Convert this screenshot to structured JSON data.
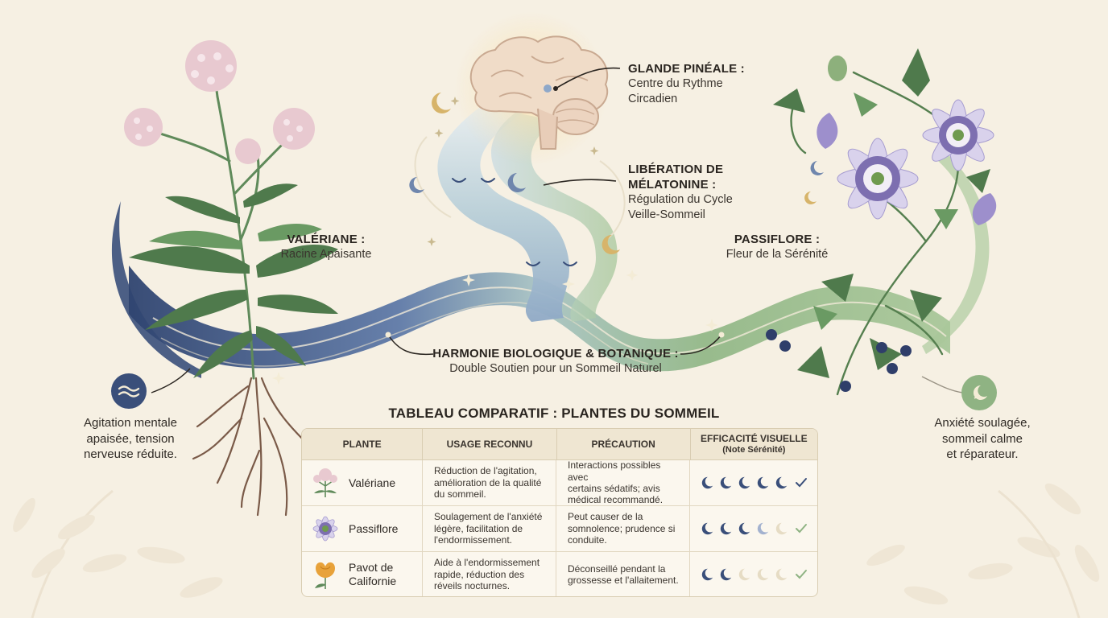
{
  "labels": {
    "pineal": {
      "title": "GLANDE PINÉALE :",
      "lines": [
        "Centre du Rythme",
        "Circadien"
      ]
    },
    "melatonin": {
      "title_lines": [
        "LIBÉRATION DE",
        "MÉLATONINE :"
      ],
      "lines": [
        "Régulation du Cycle",
        "Veille-Sommeil"
      ]
    },
    "valeriane": {
      "title": "VALÉRIANE :",
      "sub": "Racine Apaisante"
    },
    "passiflore": {
      "title": "PASSIFLORE :",
      "sub": "Fleur de la Sérénité"
    },
    "harmonie": {
      "title": "HARMONIE BIOLOGIQUE & BOTANIQUE :",
      "sub": "Double Soutien pour un Sommeil Naturel"
    }
  },
  "left_note": [
    "Agitation mentale",
    "apaisée, tension",
    "nerveuse réduite."
  ],
  "right_note": [
    "Anxiété soulagée,",
    "sommeil calme",
    "et réparateur."
  ],
  "colors": {
    "navy": "#3a4f7a",
    "sage": "#8fb383",
    "cream": "#f6f0e3",
    "gold": "#d7b46a",
    "lavender": "#7d6fb0",
    "poppy": "#e8a23a"
  },
  "table": {
    "title": "TABLEAU COMPARATIF : PLANTES DU SOMMEIL",
    "headers": [
      "PLANTE",
      "USAGE RECONNU",
      "PRÉCAUTION",
      "EFFICACITÉ VISUELLE"
    ],
    "header_sub": "(Note Sérénité)",
    "rows": [
      {
        "icon": "valerian-flower-icon",
        "plant_lines": [
          "Valériane"
        ],
        "usage_lines": [
          "Réduction de l'agitation,",
          "amélioration de la qualité",
          "du sommeil."
        ],
        "caution_lines": [
          "Interactions possibles avec",
          "certains sédatifs; avis",
          "médical recommandé."
        ],
        "rating": 5
      },
      {
        "icon": "passionflower-icon",
        "plant_lines": [
          "Passiflore"
        ],
        "usage_lines": [
          "Soulagement de l'anxiété",
          "légère, facilitation de",
          "l'endormissement."
        ],
        "caution_lines": [
          "Peut causer de la",
          "somnolence; prudence si",
          "conduite."
        ],
        "rating": 3.5
      },
      {
        "icon": "poppy-icon",
        "plant_lines": [
          "Pavot de",
          "Californie"
        ],
        "usage_lines": [
          "Aide à l'endormissement",
          "rapide, réduction des",
          "réveils nocturnes."
        ],
        "caution_lines": [
          "Déconseillé pendant la",
          "grossesse et l'allaitement."
        ],
        "rating": 2
      }
    ]
  }
}
